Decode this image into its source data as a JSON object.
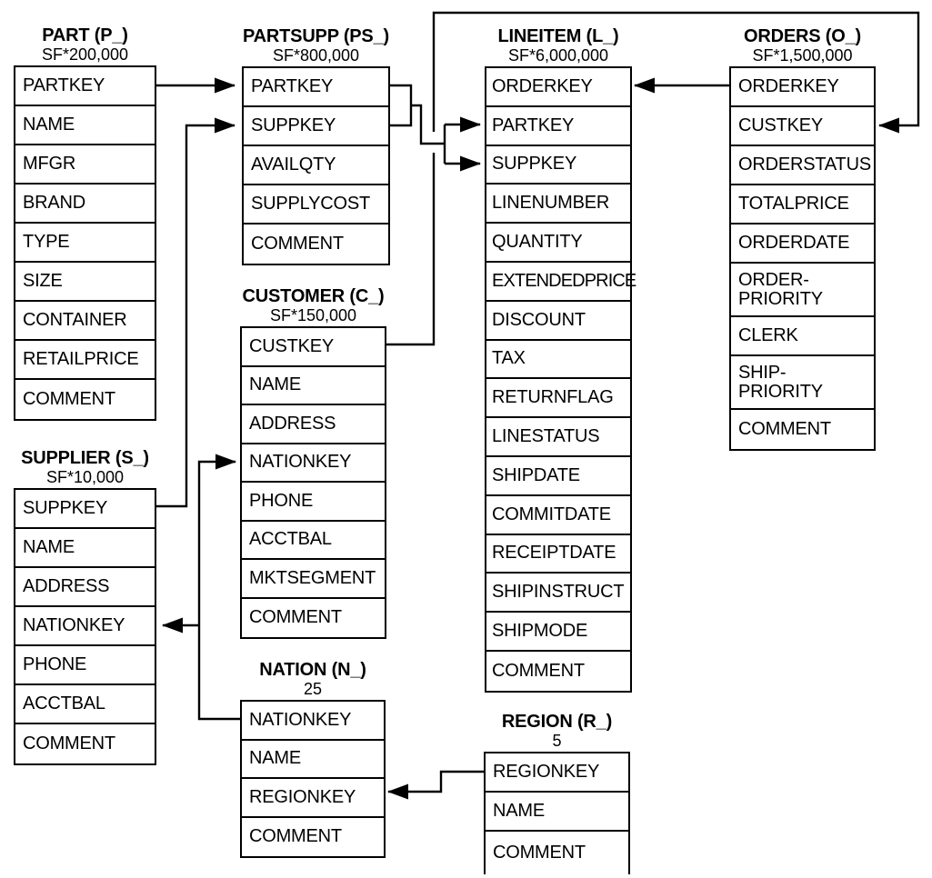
{
  "colors": {
    "line": "#000000",
    "background": "#ffffff",
    "text": "#000000"
  },
  "tables": [
    {
      "id": "part",
      "label": "PART (P_)",
      "cardinality": "SF*200,000",
      "rows": [
        "PARTKEY",
        "NAME",
        "MFGR",
        "BRAND",
        "TYPE",
        "SIZE",
        "CONTAINER",
        "RETAILPRICE",
        "COMMENT"
      ]
    },
    {
      "id": "partsupp",
      "label": "PARTSUPP (PS_)",
      "cardinality": "SF*800,000",
      "rows": [
        "PARTKEY",
        "SUPPKEY",
        "AVAILQTY",
        "SUPPLYCOST",
        "COMMENT"
      ]
    },
    {
      "id": "lineitem",
      "label": "LINEITEM (L_)",
      "cardinality": "SF*6,000,000",
      "rows": [
        "ORDERKEY",
        "PARTKEY",
        "SUPPKEY",
        "LINENUMBER",
        "QUANTITY",
        "EXTENDEDPRICE",
        "DISCOUNT",
        "TAX",
        "RETURNFLAG",
        "LINESTATUS",
        "SHIPDATE",
        "COMMITDATE",
        "RECEIPTDATE",
        "SHIPINSTRUCT",
        "SHIPMODE",
        "COMMENT"
      ]
    },
    {
      "id": "orders",
      "label": "ORDERS (O_)",
      "cardinality": "SF*1,500,000",
      "rows": [
        "ORDERKEY",
        "CUSTKEY",
        "ORDERSTATUS",
        "TOTALPRICE",
        "ORDERDATE",
        "ORDER-\nPRIORITY",
        "CLERK",
        "SHIP-\nPRIORITY",
        "COMMENT"
      ]
    },
    {
      "id": "supplier",
      "label": "SUPPLIER (S_)",
      "cardinality": "SF*10,000",
      "rows": [
        "SUPPKEY",
        "NAME",
        "ADDRESS",
        "NATIONKEY",
        "PHONE",
        "ACCTBAL",
        "COMMENT"
      ]
    },
    {
      "id": "customer",
      "label": "CUSTOMER (C_)",
      "cardinality": "SF*150,000",
      "rows": [
        "CUSTKEY",
        "NAME",
        "ADDRESS",
        "NATIONKEY",
        "PHONE",
        "ACCTBAL",
        "MKTSEGMENT",
        "COMMENT"
      ]
    },
    {
      "id": "nation",
      "label": "NATION (N_)",
      "cardinality": "25",
      "rows": [
        "NATIONKEY",
        "NAME",
        "REGIONKEY",
        "COMMENT"
      ]
    },
    {
      "id": "region",
      "label": "REGION (R_)",
      "cardinality": "5",
      "rows": [
        "REGIONKEY",
        "NAME",
        "COMMENT"
      ]
    }
  ],
  "relationships": [
    {
      "from": "PART.PARTKEY",
      "to": "PARTSUPP.PARTKEY"
    },
    {
      "from": "SUPPLIER.SUPPKEY",
      "to": "PARTSUPP.SUPPKEY"
    },
    {
      "from": "PARTSUPP.PARTKEY",
      "to": "LINEITEM.PARTKEY"
    },
    {
      "from": "PARTSUPP.SUPPKEY",
      "to": "LINEITEM.SUPPKEY"
    },
    {
      "from": "ORDERS.ORDERKEY",
      "to": "LINEITEM.ORDERKEY"
    },
    {
      "from": "CUSTOMER.CUSTKEY",
      "to": "ORDERS.CUSTKEY"
    },
    {
      "from": "NATION.NATIONKEY",
      "to": "CUSTOMER.NATIONKEY"
    },
    {
      "from": "NATION.NATIONKEY",
      "to": "SUPPLIER.NATIONKEY"
    },
    {
      "from": "REGION.REGIONKEY",
      "to": "NATION.REGIONKEY"
    }
  ]
}
